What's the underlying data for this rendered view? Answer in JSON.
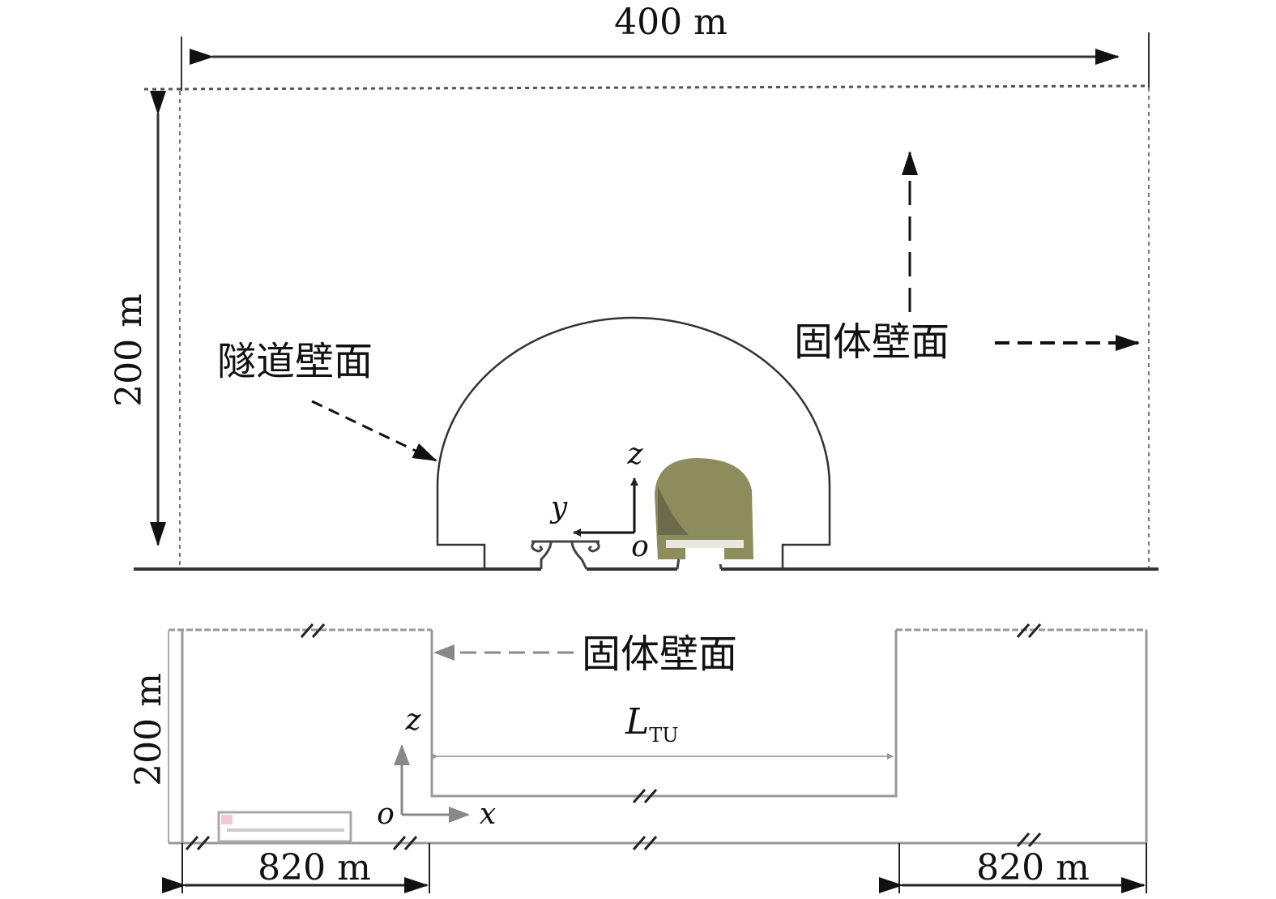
{
  "top_view": {
    "width_label": "400 m",
    "height_label": "200 m",
    "tunnel_wall_label": "隧道壁面",
    "solid_wall_label": "固体壁面",
    "axis_z": "z",
    "axis_y": "y",
    "origin": "o"
  },
  "side_view": {
    "height_label": "200 m",
    "solid_wall_label": "固体壁面",
    "tunnel_length_label": "L",
    "tunnel_length_subscript": "TU",
    "axis_z": "z",
    "axis_x": "x",
    "origin": "o",
    "left_length_label": "820 m",
    "right_length_label": "820 m"
  },
  "colors": {
    "line": "#333333",
    "gray_line": "#9a9a9a",
    "train": "#8c8c5c"
  }
}
